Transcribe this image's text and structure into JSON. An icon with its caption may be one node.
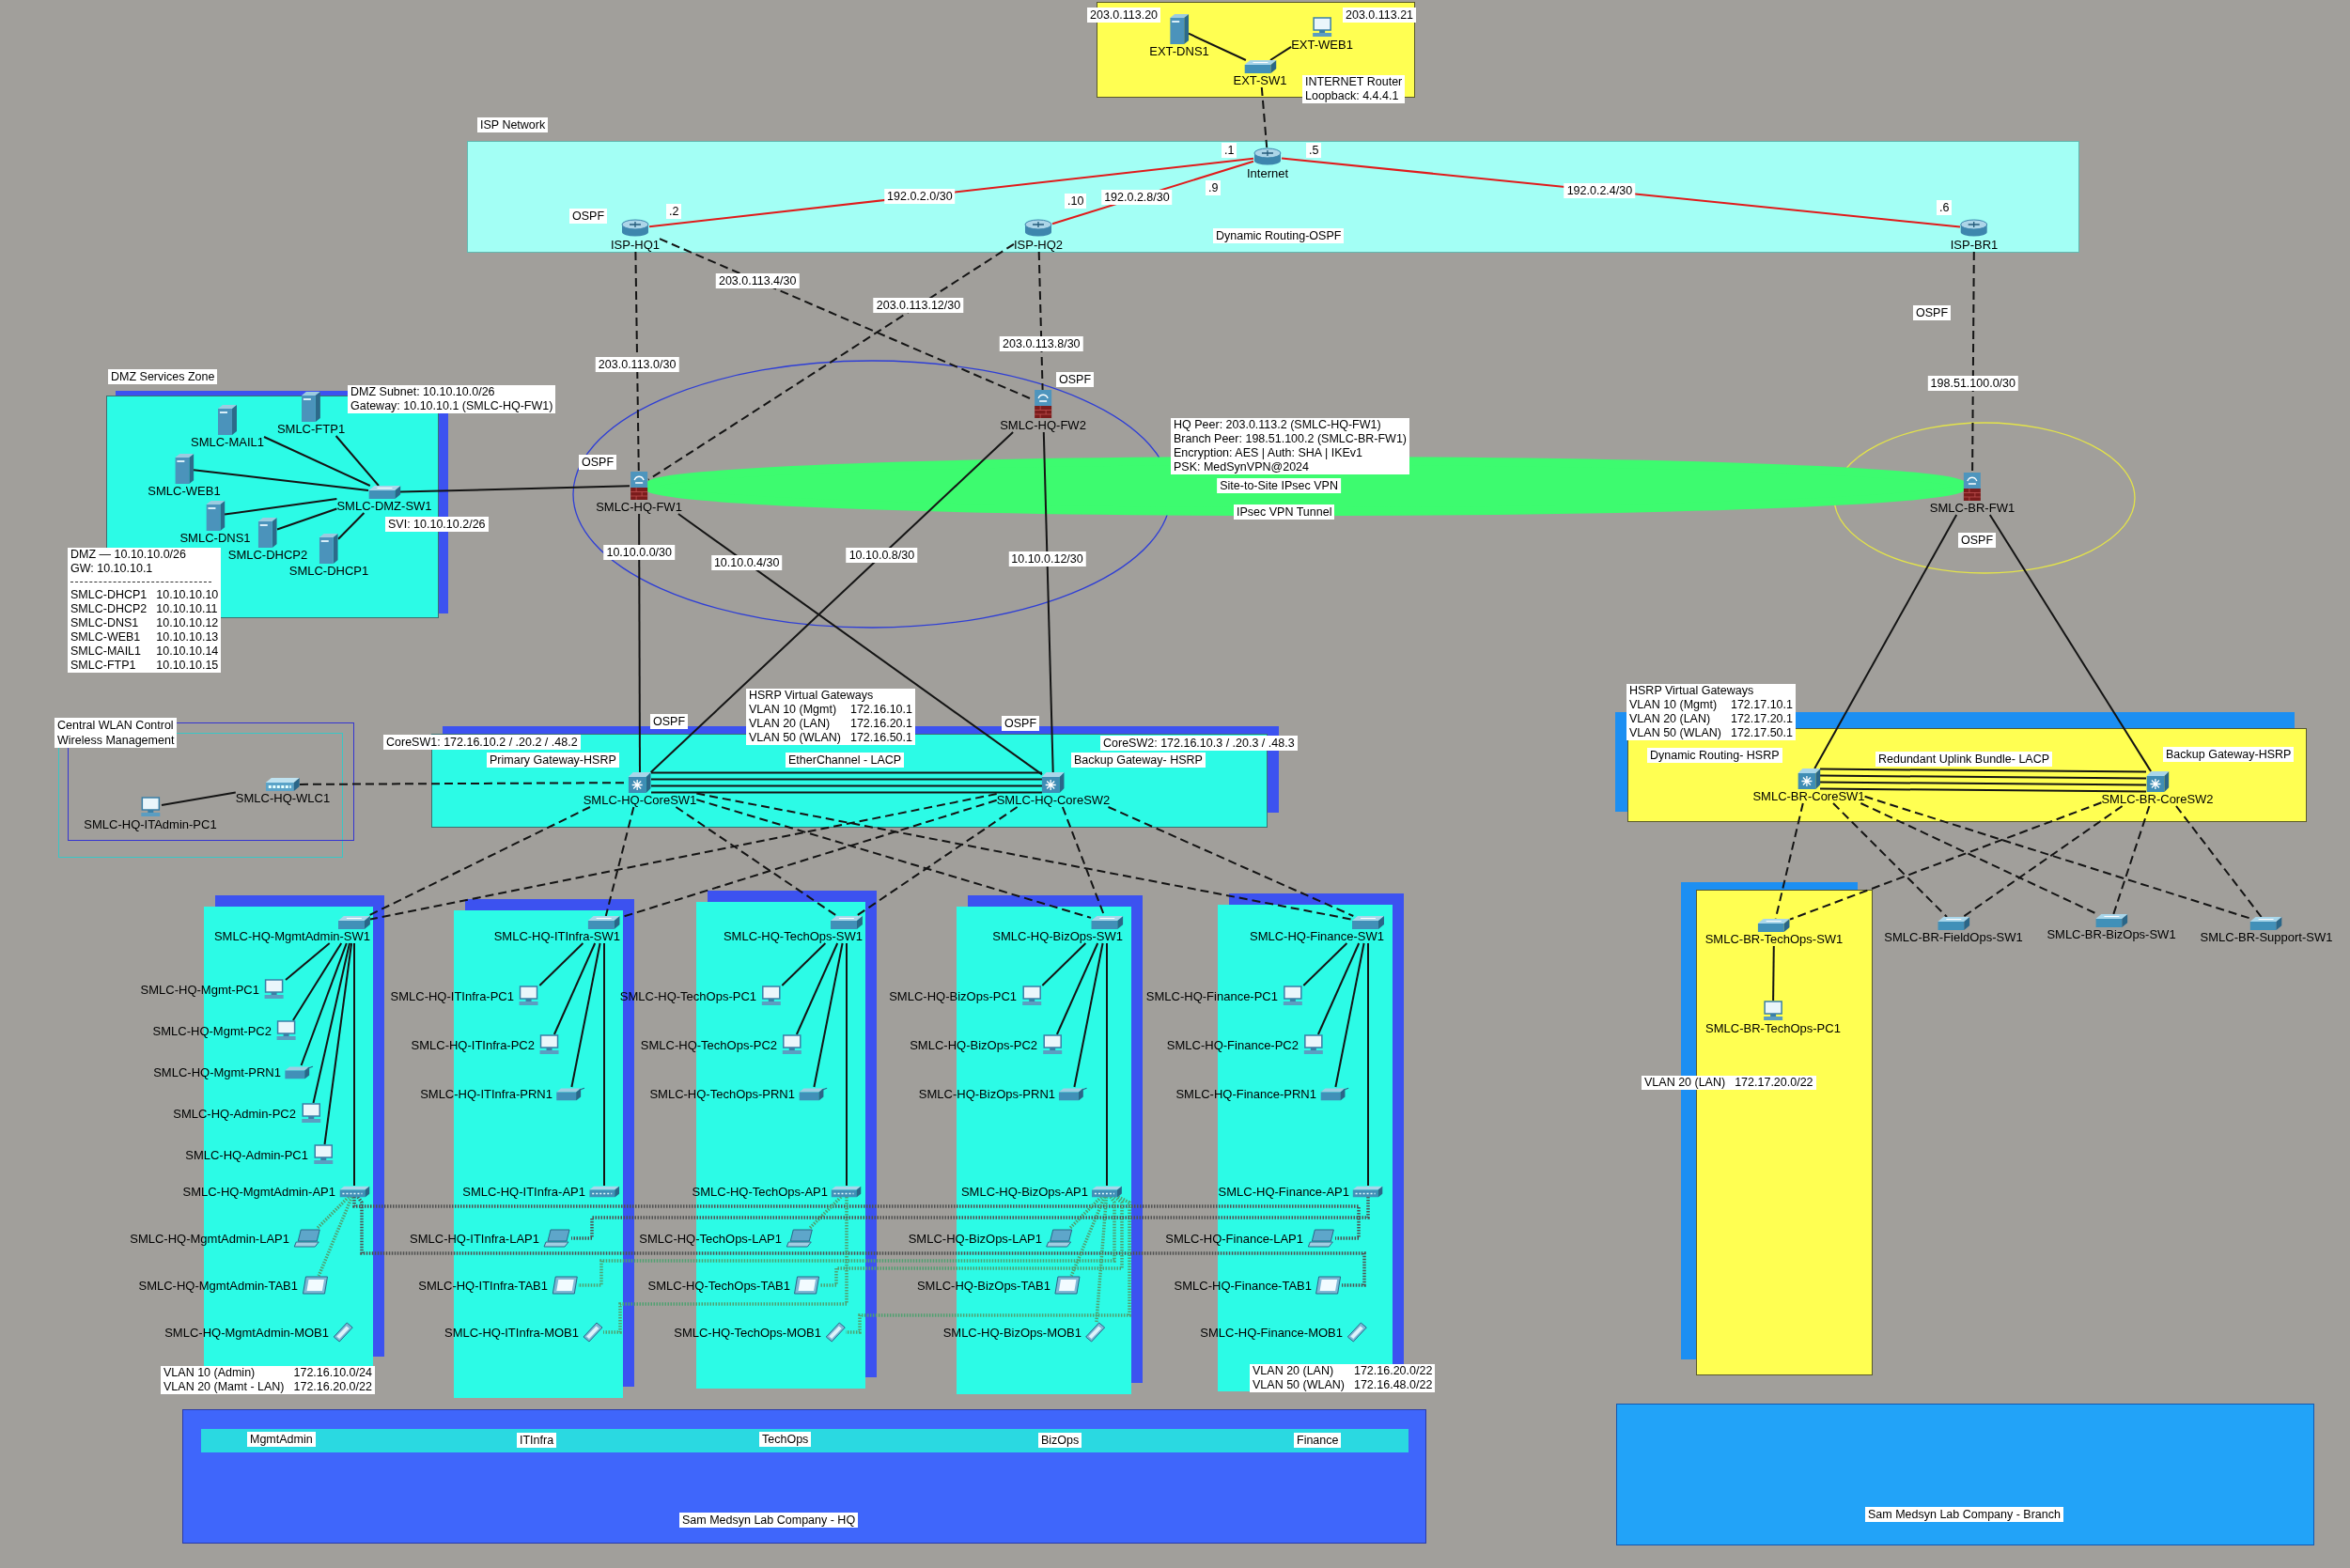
{
  "diagram": {
    "nodes": [
      {
        "text": [],
        "shape": "box"
      },
      {
        "text": [
          "EXT-DNS1"
        ],
        "in": 0,
        "beside": [
          "203.0.113.20"
        ]
      },
      {
        "text": [
          "EXT-WEB1"
        ],
        "in": 0,
        "beside": [
          "203.0.113.21"
        ]
      },
      {
        "text": [
          "EXT-SW1"
        ],
        "in": 0
      },
      {
        "text": [
          "ISP Network",
          "Dynamic Routing-OSPF"
        ]
      },
      {
        "text": [
          "Internet"
        ],
        "in": 4
      },
      {
        "text": [
          "ISP-HQ1"
        ],
        "in": 4
      },
      {
        "text": [
          "ISP-HQ2"
        ],
        "in": 4
      },
      {
        "text": [
          "ISP-BR1"
        ],
        "in": 4
      },
      {
        "text": [
          "DMZ Services Zone"
        ]
      },
      {
        "text": [
          "SMLC-MAIL1"
        ],
        "in": 9
      },
      {
        "text": [
          "SMLC-FTP1"
        ],
        "in": 9
      },
      {
        "text": [
          "SMLC-WEB1"
        ],
        "in": 9
      },
      {
        "text": [
          "SMLC-DNS1"
        ],
        "in": 9
      },
      {
        "text": [
          "SMLC-DHCP2"
        ],
        "in": 9
      },
      {
        "text": [
          "SMLC-DHCP1"
        ],
        "in": 9
      },
      {
        "text": [
          "SMLC-DMZ-SW1"
        ],
        "in": 9,
        "beside": [
          "SVI: 10.10.10.2/26"
        ]
      },
      {
        "text": [
          "SMLC-HQ-FW1"
        ]
      },
      {
        "text": [
          "SMLC-HQ-FW2"
        ]
      },
      {
        "text": [
          "SMLC-BR-FW1"
        ]
      },
      {
        "text": [
          "Central WLAN Control",
          "Wireless Management"
        ]
      },
      {
        "text": [
          "SMLC-HQ-WLC1"
        ],
        "in": 20
      },
      {
        "text": [
          "SMLC-HQ-ITAdmin-PC1"
        ],
        "in": 20
      },
      {
        "text": [
          "EtherChannel - LACP"
        ]
      },
      {
        "text": [
          "SMLC-HQ-CoreSW1"
        ],
        "in": 23,
        "beside": [
          "CoreSW1: 172.16.10.2 / .20.2 / .48.2",
          "Primary Gateway-HSRP"
        ]
      },
      {
        "text": [
          "SMLC-HQ-CoreSW2"
        ],
        "in": 23,
        "beside": [
          "CoreSW2: 172.16.10.3 / .20.3 / .48.3",
          "Backup Gateway- HSRP"
        ]
      },
      {
        "text": [],
        "shape": "box"
      },
      {
        "text": [
          "SMLC-HQ-MgmtAdmin-SW1"
        ],
        "in": 26
      },
      {
        "text": [
          "SMLC-HQ-Mgmt-PC1"
        ],
        "in": 26
      },
      {
        "text": [
          "SMLC-HQ-Mgmt-PC2"
        ],
        "in": 26
      },
      {
        "text": [
          "SMLC-HQ-Mgmt-PRN1"
        ],
        "in": 26
      },
      {
        "text": [
          "SMLC-HQ-Admin-PC2"
        ],
        "in": 26
      },
      {
        "text": [
          "SMLC-HQ-Admin-PC1"
        ],
        "in": 26
      },
      {
        "text": [
          "SMLC-HQ-MgmtAdmin-AP1"
        ],
        "in": 26
      },
      {
        "text": [
          "SMLC-HQ-MgmtAdmin-LAP1"
        ],
        "in": 26
      },
      {
        "text": [
          "SMLC-HQ-MgmtAdmin-TAB1"
        ],
        "in": 26
      },
      {
        "text": [
          "SMLC-HQ-MgmtAdmin-MOB1"
        ],
        "in": 26
      },
      {
        "text": [],
        "shape": "box"
      },
      {
        "text": [
          "SMLC-HQ-ITInfra-SW1"
        ],
        "in": 37
      },
      {
        "text": [
          "SMLC-HQ-ITInfra-PC1"
        ],
        "in": 37
      },
      {
        "text": [
          "SMLC-HQ-ITInfra-PC2"
        ],
        "in": 37
      },
      {
        "text": [
          "SMLC-HQ-ITInfra-PRN1"
        ],
        "in": 37
      },
      {
        "text": [
          "SMLC-HQ-ITInfra-AP1"
        ],
        "in": 37
      },
      {
        "text": [
          "SMLC-HQ-ITInfra-LAP1"
        ],
        "in": 37
      },
      {
        "text": [
          "SMLC-HQ-ITInfra-TAB1"
        ],
        "in": 37
      },
      {
        "text": [
          "SMLC-HQ-ITInfra-MOB1"
        ],
        "in": 37
      },
      {
        "text": [],
        "shape": "box"
      },
      {
        "text": [
          "SMLC-HQ-TechOps-SW1"
        ],
        "in": 46
      },
      {
        "text": [
          "SMLC-HQ-TechOps-PC1"
        ],
        "in": 46
      },
      {
        "text": [
          "SMLC-HQ-TechOps-PC2"
        ],
        "in": 46
      },
      {
        "text": [
          "SMLC-HQ-TechOps-PRN1"
        ],
        "in": 46
      },
      {
        "text": [
          "SMLC-HQ-TechOps-AP1"
        ],
        "in": 46
      },
      {
        "text": [
          "SMLC-HQ-TechOps-LAP1"
        ],
        "in": 46
      },
      {
        "text": [
          "SMLC-HQ-TechOps-TAB1"
        ],
        "in": 46
      },
      {
        "text": [
          "SMLC-HQ-TechOps-MOB1"
        ],
        "in": 46
      },
      {
        "text": [],
        "shape": "box"
      },
      {
        "text": [
          "SMLC-HQ-BizOps-SW1"
        ],
        "in": 55
      },
      {
        "text": [
          "SMLC-HQ-BizOps-PC1"
        ],
        "in": 55
      },
      {
        "text": [
          "SMLC-HQ-BizOps-PC2"
        ],
        "in": 55
      },
      {
        "text": [
          "SMLC-HQ-BizOps-PRN1"
        ],
        "in": 55
      },
      {
        "text": [
          "SMLC-HQ-BizOps-AP1"
        ],
        "in": 55
      },
      {
        "text": [
          "SMLC-HQ-BizOps-LAP1"
        ],
        "in": 55
      },
      {
        "text": [
          "SMLC-HQ-BizOps-TAB1"
        ],
        "in": 55
      },
      {
        "text": [
          "SMLC-HQ-BizOps-MOB1"
        ],
        "in": 55
      },
      {
        "text": [],
        "shape": "box"
      },
      {
        "text": [
          "SMLC-HQ-Finance-SW1"
        ],
        "in": 64
      },
      {
        "text": [
          "SMLC-HQ-Finance-PC1"
        ],
        "in": 64
      },
      {
        "text": [
          "SMLC-HQ-Finance-PC2"
        ],
        "in": 64
      },
      {
        "text": [
          "SMLC-HQ-Finance-PRN1"
        ],
        "in": 64
      },
      {
        "text": [
          "SMLC-HQ-Finance-AP1"
        ],
        "in": 64
      },
      {
        "text": [
          "SMLC-HQ-Finance-LAP1"
        ],
        "in": 64
      },
      {
        "text": [
          "SMLC-HQ-Finance-TAB1"
        ],
        "in": 64
      },
      {
        "text": [
          "SMLC-HQ-Finance-MOB1"
        ],
        "in": 64
      },
      {
        "text": [
          "Sam Medsyn Lab Company - HQ"
        ]
      },
      {
        "text": [
          "MgmtAdmin",
          "ITInfra",
          "TechOps",
          "BizOps",
          "Finance"
        ],
        "in": 73
      },
      {
        "text": [
          "Dynamic Routing- HSRP",
          "Redundant Uplink Bundle- LACP"
        ]
      },
      {
        "text": [
          "SMLC-BR-CoreSW1"
        ],
        "in": 75
      },
      {
        "text": [
          "SMLC-BR-CoreSW2"
        ],
        "in": 75,
        "beside": [
          "Backup Gateway-HSRP"
        ]
      },
      {
        "text": [],
        "shape": "box"
      },
      {
        "text": [
          "SMLC-BR-TechOps-SW1"
        ],
        "in": 78
      },
      {
        "text": [
          "SMLC-BR-TechOps-PC1"
        ],
        "in": 78
      },
      {
        "text": [
          "SMLC-BR-FieldOps-SW1"
        ]
      },
      {
        "text": [
          "SMLC-BR-BizOps-SW1"
        ]
      },
      {
        "text": [
          "SMLC-BR-Support-SW1"
        ]
      },
      {
        "text": [
          "Sam Medsyn Lab Company - Branch"
        ]
      }
    ],
    "edges": [
      {
        "from": 1,
        "to": 3,
        "arrow": "none"
      },
      {
        "from": 2,
        "to": 3,
        "arrow": "none"
      },
      {
        "from": 3,
        "to": 5,
        "arrow": "none",
        "style": "dashed"
      },
      {
        "from": 5,
        "to": 6,
        "arrow": "none",
        "label": "192.0.2.0/30",
        "color": "#e01b1b"
      },
      {
        "from": 5,
        "to": 7,
        "arrow": "none",
        "label": "192.0.2.8/30",
        "color": "#e01b1b"
      },
      {
        "from": 5,
        "to": 8,
        "arrow": "none",
        "label": "192.0.2.4/30",
        "color": "#e01b1b"
      },
      {
        "from": 6,
        "to": 17,
        "arrow": "none",
        "label": "203.0.113.0/30",
        "style": "dashed"
      },
      {
        "from": 6,
        "to": 18,
        "arrow": "none",
        "label": "203.0.113.4/30",
        "style": "dashed"
      },
      {
        "from": 7,
        "to": 18,
        "arrow": "none",
        "label": "203.0.113.8/30",
        "style": "dashed"
      },
      {
        "from": 7,
        "to": 17,
        "arrow": "none",
        "label": "203.0.113.12/30",
        "style": "dashed"
      },
      {
        "from": 8,
        "to": 19,
        "arrow": "none",
        "label": "198.51.100.0/30",
        "style": "dashed"
      },
      {
        "from": 10,
        "to": 16,
        "arrow": "none"
      },
      {
        "from": 11,
        "to": 16,
        "arrow": "none"
      },
      {
        "from": 12,
        "to": 16,
        "arrow": "none"
      },
      {
        "from": 13,
        "to": 16,
        "arrow": "none"
      },
      {
        "from": 14,
        "to": 16,
        "arrow": "none"
      },
      {
        "from": 15,
        "to": 16,
        "arrow": "none"
      },
      {
        "from": 16,
        "to": 17,
        "arrow": "none"
      },
      {
        "from": 17,
        "to": 24,
        "arrow": "none",
        "label": "10.10.0.0/30"
      },
      {
        "from": 17,
        "to": 25,
        "arrow": "none",
        "label": "10.10.0.4/30"
      },
      {
        "from": 18,
        "to": 24,
        "arrow": "none",
        "label": "10.10.0.8/30"
      },
      {
        "from": 18,
        "to": 25,
        "arrow": "none",
        "label": "10.10.0.12/30"
      },
      {
        "from": 22,
        "to": 21,
        "arrow": "none"
      },
      {
        "from": 21,
        "to": 24,
        "arrow": "none",
        "style": "dashed"
      },
      {
        "from": 24,
        "to": 25,
        "arrow": "none"
      },
      {
        "from": 24,
        "to": 25,
        "arrow": "none"
      },
      {
        "from": 24,
        "to": 25,
        "arrow": "none"
      },
      {
        "from": 24,
        "to": 25,
        "arrow": "none"
      },
      {
        "from": 24,
        "to": 27,
        "arrow": "none",
        "style": "dashed"
      },
      {
        "from": 25,
        "to": 27,
        "arrow": "none",
        "style": "dashed"
      },
      {
        "from": 24,
        "to": 38,
        "arrow": "none",
        "style": "dashed"
      },
      {
        "from": 25,
        "to": 38,
        "arrow": "none",
        "style": "dashed"
      },
      {
        "from": 24,
        "to": 47,
        "arrow": "none",
        "style": "dashed"
      },
      {
        "from": 25,
        "to": 47,
        "arrow": "none",
        "style": "dashed"
      },
      {
        "from": 24,
        "to": 56,
        "arrow": "none",
        "style": "dashed"
      },
      {
        "from": 25,
        "to": 56,
        "arrow": "none",
        "style": "dashed"
      },
      {
        "from": 24,
        "to": 65,
        "arrow": "none",
        "style": "dashed"
      },
      {
        "from": 25,
        "to": 65,
        "arrow": "none",
        "style": "dashed"
      },
      {
        "from": 27,
        "to": 28,
        "arrow": "none"
      },
      {
        "from": 27,
        "to": 29,
        "arrow": "none"
      },
      {
        "from": 27,
        "to": 30,
        "arrow": "none"
      },
      {
        "from": 27,
        "to": 31,
        "arrow": "none"
      },
      {
        "from": 27,
        "to": 32,
        "arrow": "none"
      },
      {
        "from": 27,
        "to": 33,
        "arrow": "none"
      },
      {
        "from": 38,
        "to": 39,
        "arrow": "none"
      },
      {
        "from": 38,
        "to": 40,
        "arrow": "none"
      },
      {
        "from": 38,
        "to": 41,
        "arrow": "none"
      },
      {
        "from": 38,
        "to": 42,
        "arrow": "none"
      },
      {
        "from": 47,
        "to": 48,
        "arrow": "none"
      },
      {
        "from": 47,
        "to": 49,
        "arrow": "none"
      },
      {
        "from": 47,
        "to": 50,
        "arrow": "none"
      },
      {
        "from": 47,
        "to": 51,
        "arrow": "none"
      },
      {
        "from": 56,
        "to": 57,
        "arrow": "none"
      },
      {
        "from": 56,
        "to": 58,
        "arrow": "none"
      },
      {
        "from": 56,
        "to": 59,
        "arrow": "none"
      },
      {
        "from": 56,
        "to": 60,
        "arrow": "none"
      },
      {
        "from": 65,
        "to": 66,
        "arrow": "none"
      },
      {
        "from": 65,
        "to": 67,
        "arrow": "none"
      },
      {
        "from": 65,
        "to": 68,
        "arrow": "none"
      },
      {
        "from": 65,
        "to": 69,
        "arrow": "none"
      },
      {
        "from": 19,
        "to": 76,
        "arrow": "none"
      },
      {
        "from": 19,
        "to": 77,
        "arrow": "none"
      },
      {
        "from": 76,
        "to": 77,
        "arrow": "none"
      },
      {
        "from": 76,
        "to": 77,
        "arrow": "none"
      },
      {
        "from": 76,
        "to": 77,
        "arrow": "none"
      },
      {
        "from": 76,
        "to": 77,
        "arrow": "none"
      },
      {
        "from": 76,
        "to": 79,
        "arrow": "none",
        "style": "dashed"
      },
      {
        "from": 77,
        "to": 79,
        "arrow": "none",
        "style": "dashed"
      },
      {
        "from": 76,
        "to": 81,
        "arrow": "none",
        "style": "dashed"
      },
      {
        "from": 77,
        "to": 81,
        "arrow": "none",
        "style": "dashed"
      },
      {
        "from": 76,
        "to": 82,
        "arrow": "none",
        "style": "dashed"
      },
      {
        "from": 77,
        "to": 82,
        "arrow": "none",
        "style": "dashed"
      },
      {
        "from": 76,
        "to": 83,
        "arrow": "none",
        "style": "dashed"
      },
      {
        "from": 77,
        "to": 83,
        "arrow": "none",
        "style": "dashed"
      },
      {
        "from": 79,
        "to": 80,
        "arrow": "none"
      },
      {
        "from": 33,
        "to": 34,
        "arrow": "none",
        "style": "dashed",
        "color": "#4fa070"
      },
      {
        "from": 33,
        "to": 35,
        "arrow": "none",
        "style": "dashed",
        "color": "#4fa070"
      },
      {
        "from": 33,
        "to": 70,
        "arrow": "none",
        "style": "dashed",
        "color": "#505050"
      },
      {
        "from": 33,
        "to": 71,
        "arrow": "none",
        "style": "dashed",
        "color": "#505050"
      },
      {
        "from": 51,
        "to": 52,
        "arrow": "none",
        "style": "dashed",
        "color": "#4fa070"
      },
      {
        "from": 51,
        "to": 45,
        "arrow": "none",
        "style": "dashed",
        "color": "#4fa070"
      },
      {
        "from": 60,
        "to": 61,
        "arrow": "none",
        "style": "dashed",
        "color": "#4fa070"
      },
      {
        "from": 60,
        "to": 62,
        "arrow": "none",
        "style": "dashed",
        "color": "#4fa070"
      },
      {
        "from": 60,
        "to": 63,
        "arrow": "none",
        "style": "dashed",
        "color": "#4fa070"
      },
      {
        "from": 60,
        "to": 44,
        "arrow": "none",
        "style": "dashed",
        "color": "#4fa070"
      },
      {
        "from": 60,
        "to": 53,
        "arrow": "none",
        "style": "dashed",
        "color": "#4fa070"
      },
      {
        "from": 60,
        "to": 54,
        "arrow": "none",
        "style": "dashed",
        "color": "#4fa070"
      },
      {
        "from": 69,
        "to": 43,
        "arrow": "none",
        "style": "dashed",
        "color": "#505050"
      },
      {
        "from": 17,
        "to": 19,
        "arrow": "none",
        "label": "Site-to-Site IPsec VPN",
        "style": "thick",
        "color": "#3dfb6f"
      }
    ],
    "labels": [
      "INTERNET Router",
      "Loopback: 4.4.4.1",
      ".1",
      ".5",
      ".9",
      "OSPF",
      ".2",
      ".10",
      ".6",
      "OSPF",
      "DMZ Subnet: 10.10.10.0/26",
      "Gateway: 10.10.10.1 (SMLC-HQ-FW1)",
      "OSPF",
      "HQ Peer: 203.0.113.2 (SMLC-HQ-FW1)",
      "Branch Peer: 198.51.100.2 (SMLC-BR-FW1)",
      "Encryption: AES | Auth: SHA | IKEv1",
      "PSK: MedSynVPN@2024",
      "OSPF",
      "OSPF",
      "DMZ — 10.10.10.0/26",
      "GW: 10.10.10.1",
      "SMLC-DHCP1",
      "10.10.10.10",
      "SMLC-DHCP2",
      "10.10.10.11",
      "SMLC-DNS1",
      "10.10.10.12",
      "SMLC-WEB1",
      "10.10.10.13",
      "SMLC-MAIL1",
      "10.10.10.14",
      "SMLC-FTP1",
      "10.10.10.15",
      "HSRP Virtual Gateways",
      "VLAN 10 (Mgmt)",
      "172.16.10.1",
      "VLAN 20 (LAN)",
      "172.16.20.1",
      "VLAN 50 (WLAN)",
      "172.16.50.1",
      "HSRP Virtual Gateways",
      "VLAN 10 (Mgmt)",
      "172.17.10.1",
      "VLAN 20 (LAN)",
      "172.17.20.1",
      "VLAN 50 (WLAN)",
      "172.17.50.1",
      "OSPF",
      "OSPF",
      "VLAN 20 (LAN)",
      "172.17.20.0/22",
      "VLAN 10 (Admin)",
      "172.16.10.0/24",
      "VLAN 20 (Mamt - LAN)",
      "172.16.20.0/22",
      "VLAN 20 (LAN)",
      "172.16.20.0/22",
      "VLAN 50 (WLAN)",
      "172.16.48.0/22",
      "IPsec VPN Tunnel"
    ]
  }
}
